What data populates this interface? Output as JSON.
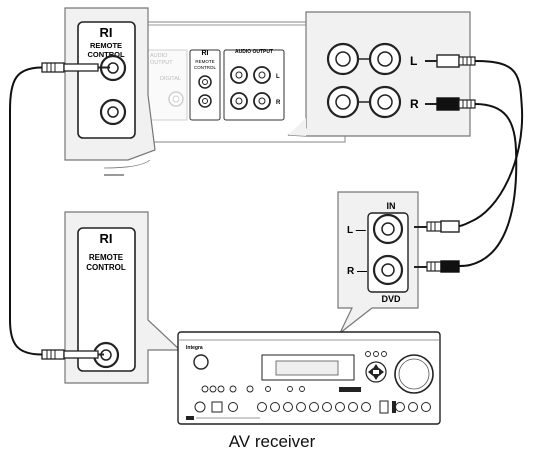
{
  "ri_logo": "RI",
  "remote_control_line1": "REMOTE",
  "remote_control_line2": "CONTROL",
  "player_panel": {
    "audio_output_label": "AUDIO OUTPUT",
    "faded_label_1": "AUDIO",
    "faded_label_2": "OUTPUT",
    "faded_label_3": "DIGITAL",
    "left_short": "L",
    "right_short": "R",
    "remote_label_1": "REMOTE",
    "remote_label_2": "CONTROL"
  },
  "output_callout": {
    "left": "L",
    "right": "R"
  },
  "input_callout": {
    "in_label": "IN",
    "left": "L —",
    "right": "R —",
    "source_label": "DVD"
  },
  "receiver": {
    "caption": "AV receiver",
    "brand": "Integra"
  },
  "colors": {
    "panel": "#f1f1f1",
    "outline": "#777777",
    "line": "#111111"
  }
}
